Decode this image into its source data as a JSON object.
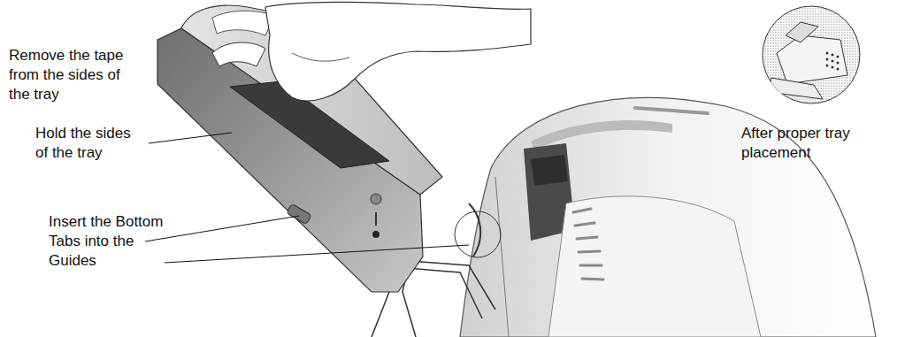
{
  "diagram": {
    "labels": [
      "Remove the tape from the sides of the tray",
      "Hold the sides of the tray",
      "Insert the Bottom Tabs into the Guides",
      "After proper tray placement"
    ]
  }
}
